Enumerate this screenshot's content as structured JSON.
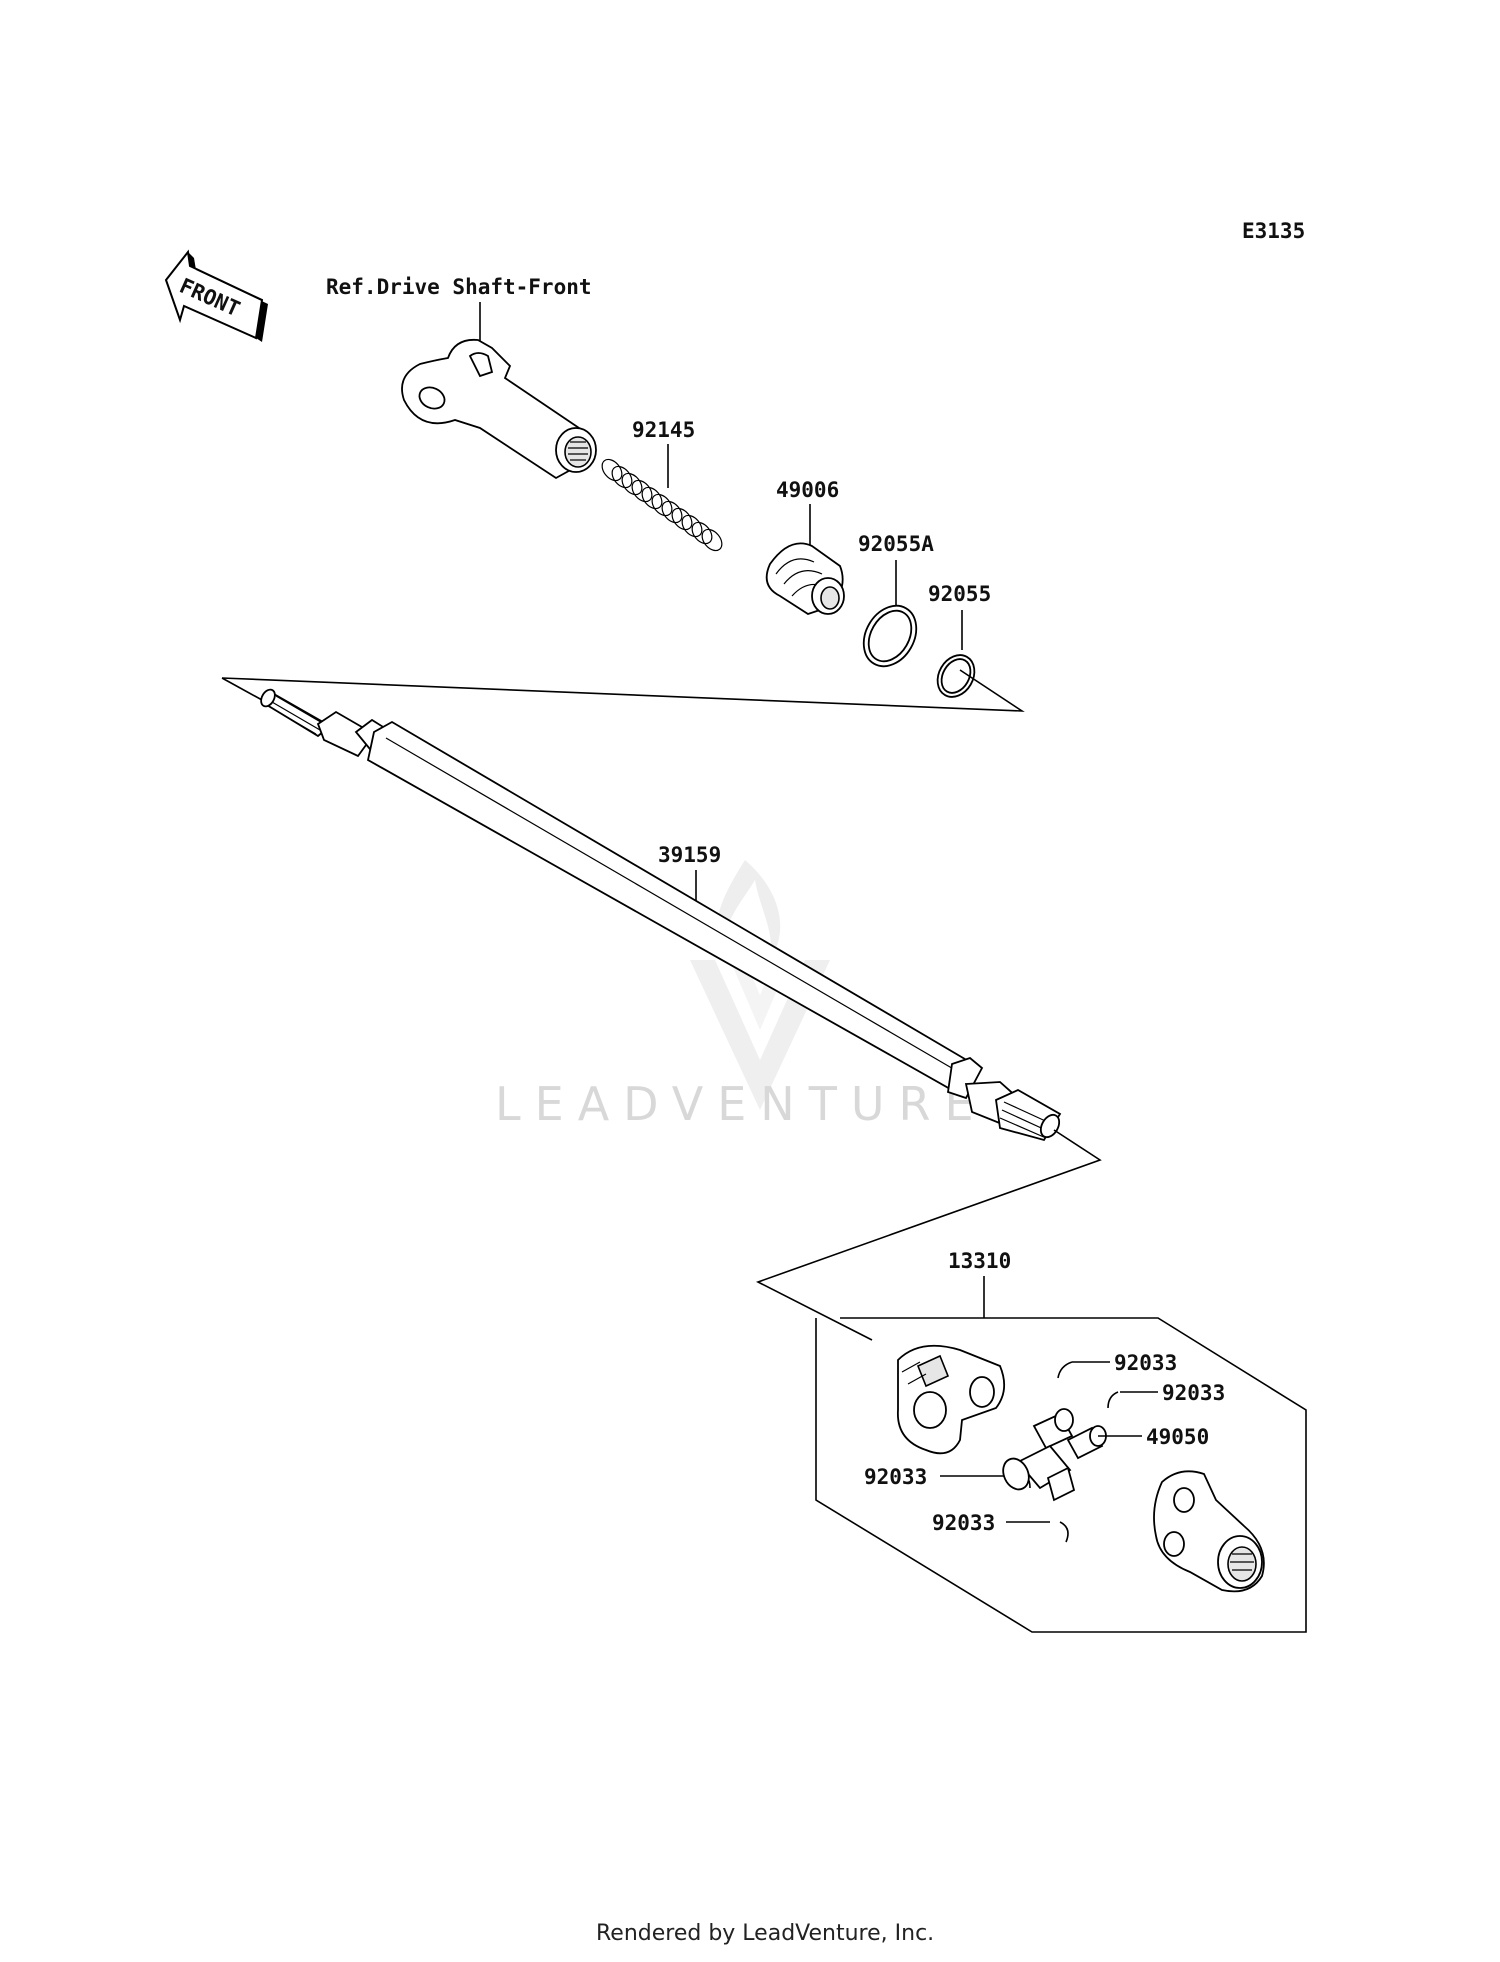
{
  "diagram_code": "E3135",
  "front_arrow_label": "FRONT",
  "reference_label": "Ref.Drive Shaft-Front",
  "watermark": "LEADVENTURE",
  "footer": "Rendered by LeadVenture, Inc.",
  "parts": {
    "spring": "92145",
    "boot": "49006",
    "oring_large": "92055A",
    "oring_small": "92055",
    "shaft": "39159",
    "joint_assembly": "13310",
    "circlip_1": "92033",
    "circlip_2": "92033",
    "circlip_3": "92033",
    "circlip_4": "92033",
    "spider": "49050"
  }
}
